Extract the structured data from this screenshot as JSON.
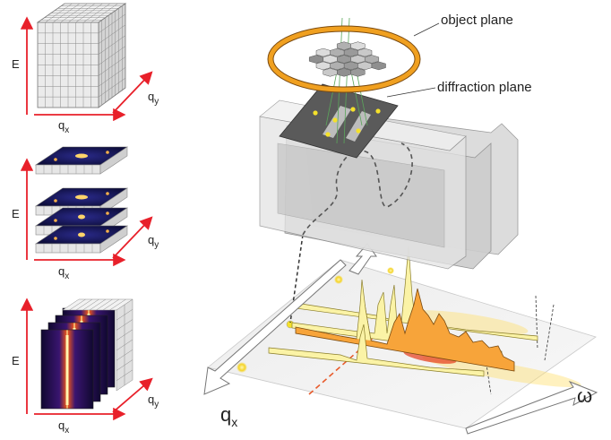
{
  "panels": [
    {
      "axis_e": "E",
      "axis_qx": "q",
      "axis_qx_sub": "x",
      "axis_qy": "q",
      "axis_qy_sub": "y"
    },
    {
      "axis_e": "E",
      "axis_qx": "q",
      "axis_qx_sub": "x",
      "axis_qy": "q",
      "axis_qy_sub": "y"
    },
    {
      "axis_e": "E",
      "axis_qx": "q",
      "axis_qx_sub": "x",
      "axis_qy": "q",
      "axis_qy_sub": "y"
    }
  ],
  "annotations": {
    "object_plane": "object plane",
    "diffraction_plane": "diffraction plane"
  },
  "main_axes": {
    "qx": "q",
    "qx_sub": "x",
    "omega": "ω"
  },
  "colors": {
    "axis_arrow": "#e8202a",
    "ring": "#f0a020",
    "spectrum_fill": "#f7a43a",
    "spectrum_pale": "#fbf3a6",
    "spot": "#f5e12a",
    "slab": "#d7d7d7",
    "plate": "#555555"
  }
}
